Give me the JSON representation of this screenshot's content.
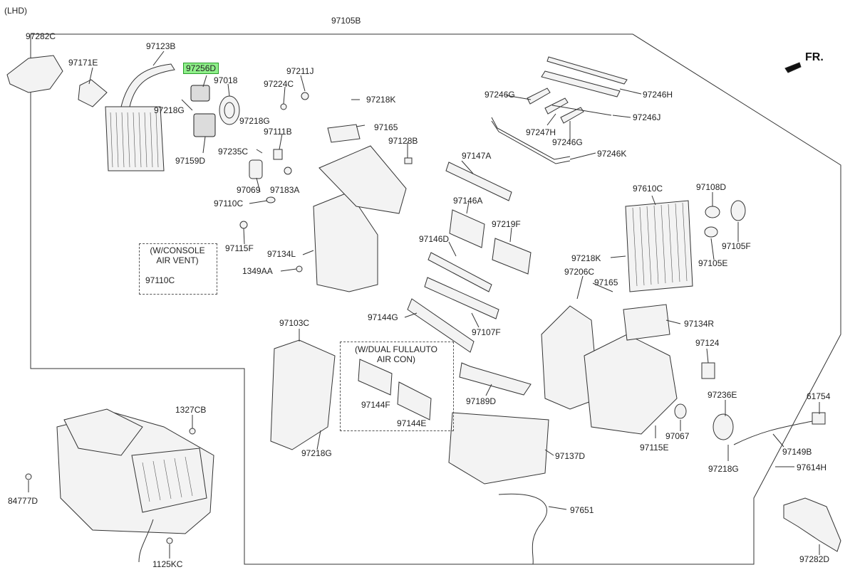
{
  "corner_label": "(LHD)",
  "front_label": "FR.",
  "boxes": {
    "console_vent": {
      "title_line1": "(W/CONSOLE",
      "title_line2": "AIR VENT)",
      "part": "97110C"
    },
    "dual_auto": {
      "title_line1": "(W/DUAL FULLAUTO",
      "title_line2": "AIR CON)",
      "parts": [
        "97144F",
        "97144E"
      ]
    }
  },
  "labels": [
    "97105B",
    "97282C",
    "97123B",
    "97171E",
    "97256D",
    "97018",
    "97218G",
    "97159D",
    "97211J",
    "97224C",
    "97218K",
    "97165",
    "97218G",
    "97111B",
    "97235C",
    "97128B",
    "97069",
    "97183A",
    "97110C",
    "97115F",
    "97134L",
    "1349AA",
    "97246G",
    "97246H",
    "97246J",
    "97247H",
    "97246G",
    "97246K",
    "97147A",
    "97146A",
    "97219F",
    "97146D",
    "97144G",
    "97107F",
    "97610C",
    "97108D",
    "97105F",
    "97105E",
    "97218K",
    "97206C",
    "97165",
    "97134R",
    "97124",
    "97236E",
    "61754",
    "97067",
    "97115E",
    "97149B",
    "97218G",
    "97614H",
    "97103C",
    "97218G",
    "97189D",
    "97137D",
    "97651",
    "97282D",
    "1327CB",
    "84777D",
    "1125KC"
  ],
  "highlighted_part": "97256D"
}
